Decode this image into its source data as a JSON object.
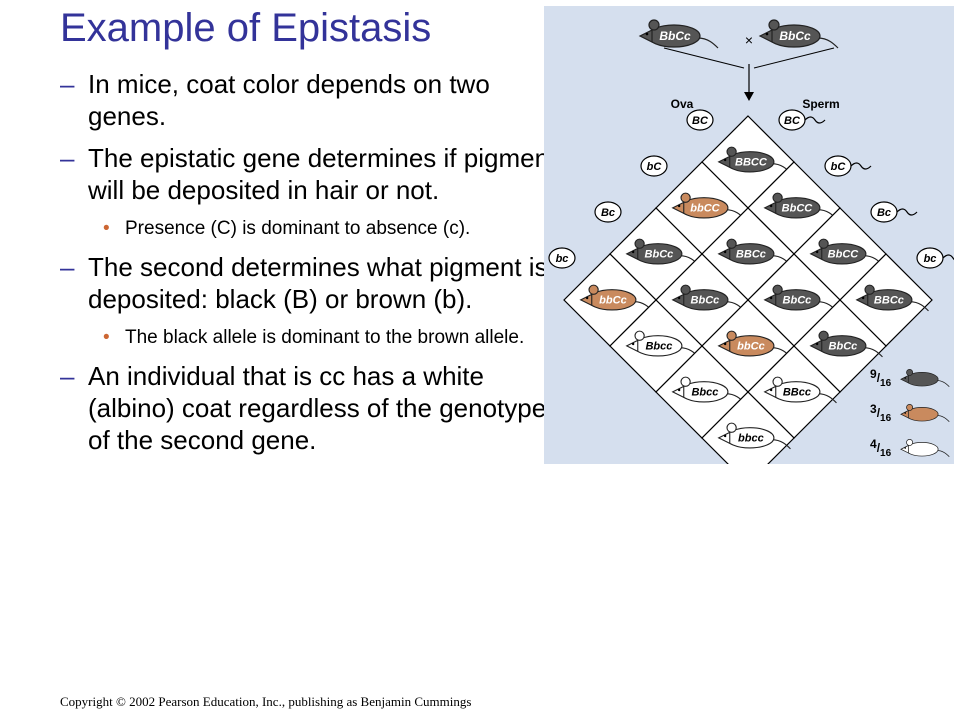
{
  "slide": {
    "title": "Example of Epistasis",
    "bullets": [
      {
        "level": 1,
        "text": "In mice, coat color depends on two genes."
      },
      {
        "level": 1,
        "text": "The epistatic gene determines if pigment will be deposited in hair or not."
      },
      {
        "level": 2,
        "text": "Presence (C) is dominant to absence (c)."
      },
      {
        "level": 1,
        "text": "The second determines what pigment is deposited: black (B) or brown (b)."
      },
      {
        "level": 2,
        "text": "The black allele is dominant to the brown allele."
      },
      {
        "level": 1,
        "text": "An individual that is cc has a white (albino) coat regardless of the genotype of the second gene."
      }
    ],
    "bullet_marks": {
      "level1": "–",
      "level2": "•"
    },
    "copyright": "Copyright © 2002 Pearson Education, Inc., publishing as Benjamin Cummings"
  },
  "figure": {
    "parents": [
      "BbCc",
      "BbCc"
    ],
    "cross_symbol": "×",
    "ova_label": "Ova",
    "sperm_label": "Sperm",
    "ova_gametes": [
      "BC",
      "bC",
      "Bc",
      "bc"
    ],
    "sperm_gametes": [
      "BC",
      "bC",
      "Bc",
      "bc"
    ],
    "offspring": [
      {
        "genotype": "BBCC",
        "phenotype": "black"
      },
      {
        "genotype": "BbCC",
        "phenotype": "black"
      },
      {
        "genotype": "BbCC",
        "phenotype": "black"
      },
      {
        "genotype": "BBCc",
        "phenotype": "black"
      },
      {
        "genotype": "bbCC",
        "phenotype": "brown"
      },
      {
        "genotype": "BBCc",
        "phenotype": "black"
      },
      {
        "genotype": "BbCc",
        "phenotype": "black"
      },
      {
        "genotype": "BbCc",
        "phenotype": "black"
      },
      {
        "genotype": "BbCc",
        "phenotype": "black"
      },
      {
        "genotype": "BbCc",
        "phenotype": "black"
      },
      {
        "genotype": "bbCc",
        "phenotype": "brown"
      },
      {
        "genotype": "BBcc",
        "phenotype": "white"
      },
      {
        "genotype": "bbCc",
        "phenotype": "brown"
      },
      {
        "genotype": "Bbcc",
        "phenotype": "white"
      },
      {
        "genotype": "Bbcc",
        "phenotype": "white"
      },
      {
        "genotype": "bbcc",
        "phenotype": "white"
      }
    ],
    "ratios": [
      {
        "num": "9",
        "den": "16",
        "phenotype": "black"
      },
      {
        "num": "3",
        "den": "16",
        "phenotype": "brown"
      },
      {
        "num": "4",
        "den": "16",
        "phenotype": "white"
      }
    ],
    "colors": {
      "background": "#d5dfee",
      "black": "#555555",
      "brown": "#c98a5e",
      "white": "#ffffff",
      "title": "#333399",
      "level2_bullet": "#cc6633"
    }
  }
}
